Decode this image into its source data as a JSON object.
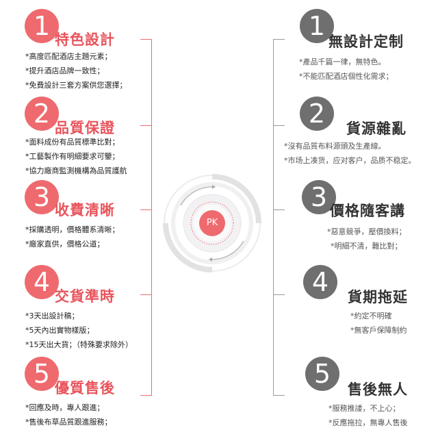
{
  "colors": {
    "accent": "#ee6a6e",
    "accent_text": "#e9545c",
    "gray": "#6f6f70"
  },
  "center": {
    "label": "PK"
  },
  "left": [
    {
      "num": "1",
      "title": "特色設計",
      "lines": [
        "*高度匹配酒店主題元素；",
        "*提升酒店品牌一致性；",
        "*免費設計三套方案供您選擇；"
      ]
    },
    {
      "num": "2",
      "title": "品質保證",
      "lines": [
        "*面料成份有品質標準比對；",
        "*工藝製作有明細要求可鑒；",
        "*協力廠商監測機構為品質護航"
      ]
    },
    {
      "num": "3",
      "title": "收費清晰",
      "lines": [
        "*採購透明，價格體系清晰；",
        "*廠家直供，價格公道；"
      ]
    },
    {
      "num": "4",
      "title": "交貨準時",
      "lines": [
        "*3天出設計稿；",
        "*5天內出實物樣版；",
        "*15天出大貨；（特殊要求除外）"
      ]
    },
    {
      "num": "5",
      "title": "優質售後",
      "lines": [
        "*回應及時，專人跟進；",
        "*售後布草品質跟進服務；"
      ]
    }
  ],
  "right": [
    {
      "num": "1",
      "title": "無設計定制",
      "lines": [
        "*產品千篇一律，無特色。",
        "*不能匹配酒店個性化需求；"
      ]
    },
    {
      "num": "2",
      "title": "貨源雜亂",
      "lines": [
        "*沒有品質布料源頭及生產線。",
        "*市场上凑货，应对客户，品质不稳定。"
      ]
    },
    {
      "num": "3",
      "title": "價格隨客講",
      "lines": [
        "*惡意競爭，壓價換料；",
        "*明細不清，難比對；"
      ]
    },
    {
      "num": "4",
      "title": "貨期拖延",
      "lines": [
        "*約定不明確",
        "*無客戶保障制約"
      ]
    },
    {
      "num": "5",
      "title": "售後無人",
      "lines": [
        "*服務推諉，不上心；",
        "*反應拖拉，無專人售後"
      ]
    }
  ]
}
